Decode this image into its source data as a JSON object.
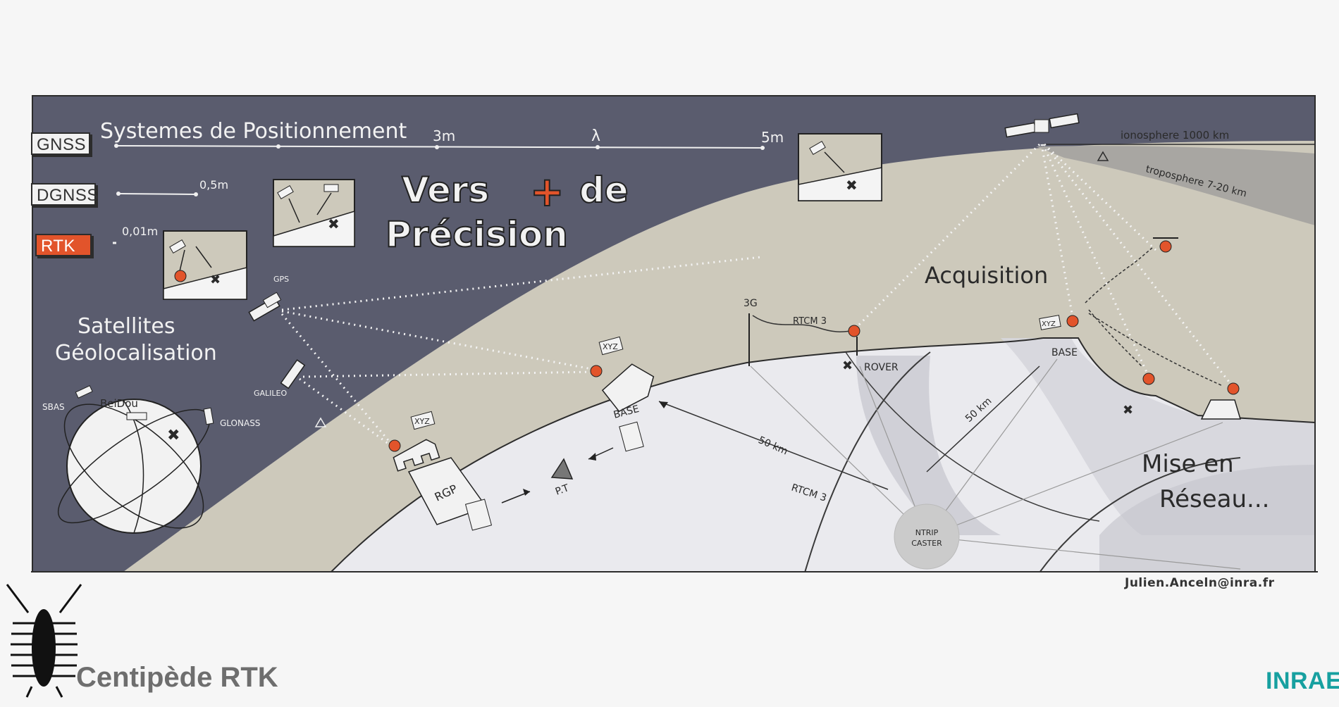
{
  "levels": [
    {
      "label": "GNSS",
      "precision": "",
      "color": "#f2f2f2",
      "text_color": "#333333"
    },
    {
      "label": "DGNSS",
      "precision": "0,5m",
      "color": "#f2f2f2",
      "text_color": "#333333"
    },
    {
      "label": "RTK",
      "precision": "0,01m",
      "color": "#e2542b",
      "text_color": "#ffffff"
    }
  ],
  "texts": {
    "systems_title": "Systemes de Positionnement",
    "scale_3m": "3m",
    "scale_lambda": "λ",
    "scale_5m": "5m",
    "vers": "Vers",
    "plus": "+",
    "de": "de",
    "precision": "Précision",
    "satellites_line1": "Satellites",
    "satellites_line2": "Géolocalisation",
    "gps": "GPS",
    "galileo": "GALILEO",
    "sbas": "SBAS",
    "beidou": "BeiDou",
    "glonass": "GLONASS",
    "ionosphere": "ionosphere 1000 km",
    "troposphere": "troposphere 7-20 km",
    "acquisition": "Acquisition",
    "rover": "ROVER",
    "base_left": "BASE",
    "base_right": "BASE",
    "xyz_rgp": "XYZ",
    "xyz_base": "XYZ",
    "xyz_right": "XYZ",
    "rtcm3_top": "RTCM 3",
    "three_g": "3G",
    "rgp": "RGP",
    "pt": "P.T",
    "dist_50km_left": "50 km",
    "dist_50km_right": "50 km",
    "rtcm3_bottom": "RTCM 3",
    "ntrip_line1": "NTRIP",
    "ntrip_line2": "CASTER",
    "mise_en": "Mise en",
    "reseau": "Réseau..."
  },
  "email": "Julien.Anceln@inra.fr",
  "brand": {
    "name": "Centipède RTK"
  },
  "logo": {
    "text": "INRAE"
  },
  "colors": {
    "sky": "#5a5c6e",
    "band": "#cdc9bb",
    "ground": "#eaeaee",
    "accent_red": "#e2542b",
    "teal": "#17a0a0"
  }
}
